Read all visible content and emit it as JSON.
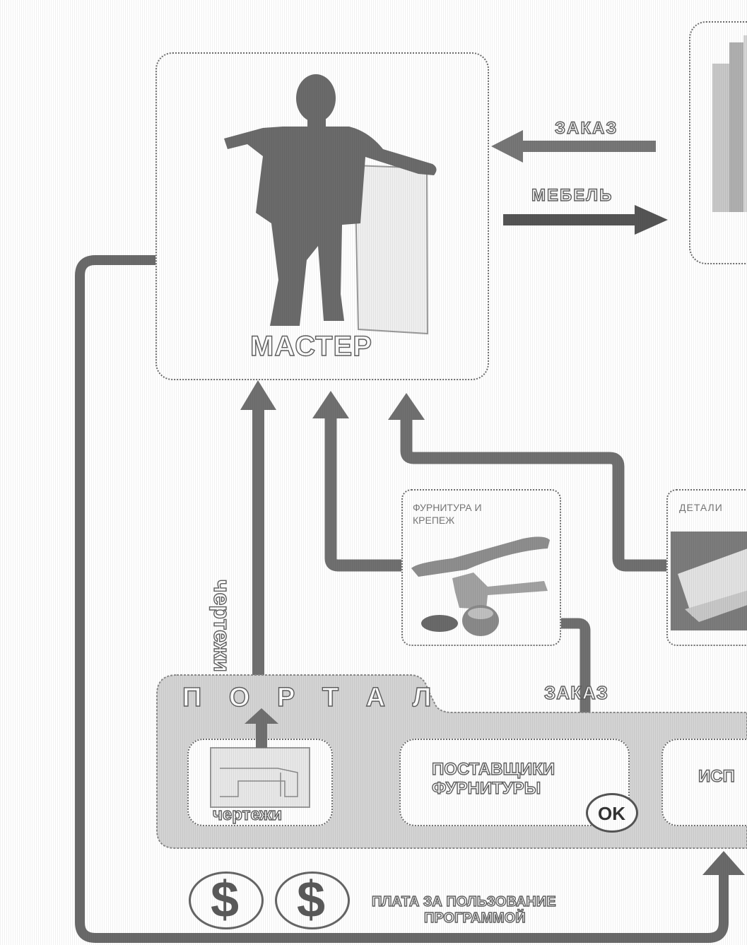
{
  "master": {
    "label": "МАСТЕР"
  },
  "arrows": {
    "order_top": "ЗАКАЗ",
    "furniture": "МЕБЕЛЬ",
    "drawings_vertical": "чертежи",
    "order_bottom": "ЗАКАЗ"
  },
  "fittings_box": {
    "title_line1": "ФУРНИТУРА И",
    "title_line2": "КРЕПЕЖ"
  },
  "details_box": {
    "title": "ДЕТАЛИ"
  },
  "portal": {
    "title": "П О Р Т А Л",
    "drawings_card": {
      "label": "чертежи"
    },
    "suppliers_card": {
      "line1": "ПОСТАВЩИКИ",
      "line2": "ФУРНИТУРЫ",
      "badge": "OK"
    },
    "right_card": {
      "label": "ИСП"
    }
  },
  "payment": {
    "symbol": "$",
    "line1": "ПЛАТА ЗА ПОЛЬЗОВАНИЕ",
    "line2": "ПРОГРАММОЙ"
  }
}
